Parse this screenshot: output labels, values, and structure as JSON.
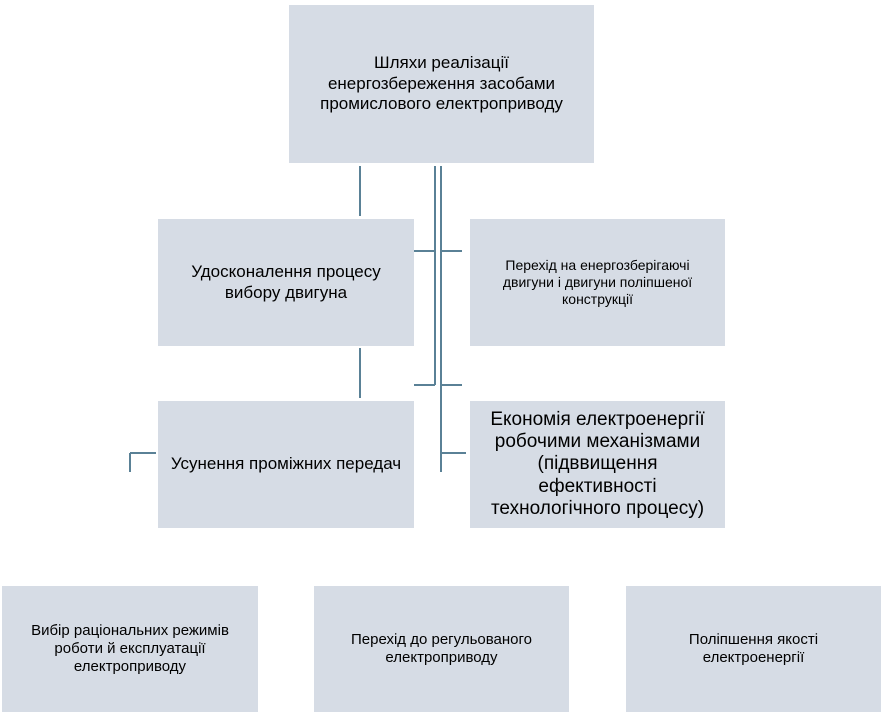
{
  "diagram": {
    "colors": {
      "box_fill": "#d6dce5",
      "connector": "#5a8196",
      "text": "#000000"
    },
    "root": "Шляхи реалізації енергозбереження засобами промислового електроприводу",
    "nodes": {
      "motor_selection": "Удосконалення процесу вибору двигуна",
      "energy_saving_motors": "Перехід на енергозберігаючі двигуни і двигуни поліпшеної конструкції",
      "remove_transmissions": "Усунення проміжних передач",
      "mechanisms_economy": "Економія електроенергії робочими механізмами (підввищення ефективності технологічного процесу)",
      "rational_modes": "Вибір раціональних режимів роботи й експлуатації електроприводу",
      "regulated_drive": "Перехід до регульованого електроприводу",
      "power_quality": "Поліпшення якості електроенергії"
    }
  }
}
